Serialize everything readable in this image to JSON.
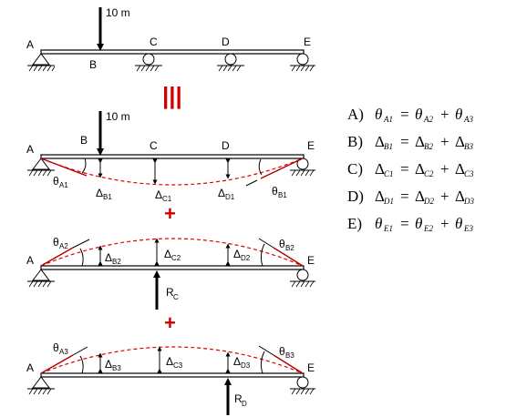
{
  "labels": {
    "A": "A",
    "B": "B",
    "C": "C",
    "D": "D",
    "E": "E",
    "load": "10 m",
    "delta": "Δ",
    "theta": "θ",
    "sub_A1": "A1",
    "sub_B1": "B1",
    "sub_C1": "C1",
    "sub_D1": "D1",
    "sub_A2": "A2",
    "sub_B2": "B2",
    "sub_C2": "C2",
    "sub_D2": "D2",
    "sub_A3": "A3",
    "sub_B3": "B3",
    "sub_C3": "C3",
    "sub_D3": "D3",
    "R": "R",
    "sub_RC": "C",
    "sub_RD": "D",
    "equiv": "|||",
    "plus": "+"
  },
  "equations": [
    {
      "letter": "A)",
      "lhs_sym": "θ",
      "lhs_sub": "A1",
      "eq": "=",
      "t1_sym": "θ",
      "t1_sub": "A2",
      "op": "+",
      "t2_sym": "θ",
      "t2_sub": "A3"
    },
    {
      "letter": "B)",
      "lhs_sym": "Δ",
      "lhs_sub": "B1",
      "eq": "=",
      "t1_sym": "Δ",
      "t1_sub": "B2",
      "op": "+",
      "t2_sym": "Δ",
      "t2_sub": "B3"
    },
    {
      "letter": "C)",
      "lhs_sym": "Δ",
      "lhs_sub": "C1",
      "eq": "=",
      "t1_sym": "Δ",
      "t1_sub": "C2",
      "op": "+",
      "t2_sym": "Δ",
      "t2_sub": "C3"
    },
    {
      "letter": "D)",
      "lhs_sym": "Δ",
      "lhs_sub": "D1",
      "eq": "=",
      "t1_sym": "Δ",
      "t1_sub": "D2",
      "op": "+",
      "t2_sym": "Δ",
      "t2_sub": "D3"
    },
    {
      "letter": "E)",
      "lhs_sym": "θ",
      "lhs_sub": "E1",
      "eq": "=",
      "t1_sym": "θ",
      "t1_sub": "E2",
      "op": "+",
      "t2_sym": "θ",
      "t2_sub": "E3"
    }
  ],
  "colors": {
    "deflection": "#e00000",
    "accent": "#d00000"
  }
}
